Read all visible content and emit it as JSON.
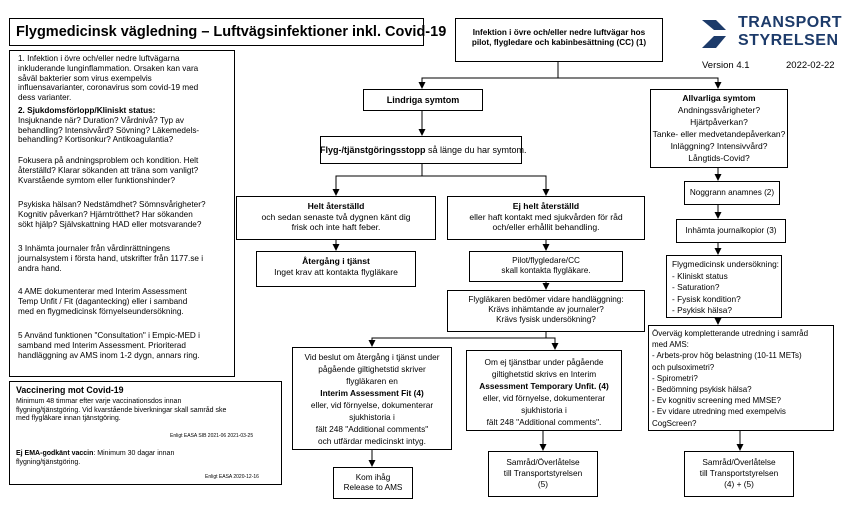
{
  "title": "Flygmedicinsk vägledning – Luftvägsinfektioner inkl. Covid-19",
  "logo": {
    "line1": "TRANSPORT",
    "line2": "STYRELSEN"
  },
  "version": "Version 4.1",
  "date": "2022-02-22",
  "colors": {
    "logo": "#1d3b6a",
    "border": "#000000"
  },
  "side_notes": {
    "n1": [
      "1. Infektion i övre och/eller nedre luftvägarna",
      "inkluderande  lunginflammation. Orsaken kan vara",
      "såväl bakterier som virus exempelvis",
      "influensavarianter, coronavirus som covid-19 med",
      "dess varianter."
    ],
    "n2_title": "2. Sjukdomsförlopp/Kliniskt status:",
    "n2": [
      "Insjuknande när? Duration? Vårdnivå? Typ av",
      "behandling? Intensivvård? Sövning? Läkemedels-",
      "behandling? Kortisonkur? Antikoagulantia?"
    ],
    "n2b": [
      "Fokusera på andningsproblem och kondition. Helt",
      "återställd? Klarar sökanden att träna som vanligt?",
      "Kvarstående symtom eller funktionshinder?"
    ],
    "n2c": [
      "Psykiska hälsan? Nedstämdhet? Sömnsvårigheter?",
      "Kognitiv påverkan? Hjärntrötthet? Har sökanden",
      "sökt hjälp? Självskattning HAD eller motsvarande?"
    ],
    "n3": [
      "3 Inhämta journaler från vårdinrättningens",
      "journalsystem i första hand, utskrifter från 1177.se i",
      "andra hand."
    ],
    "n4": [
      "4 AME dokumenterar med Interim Assessment",
      "Temp Unfit / Fit (dagantecking) eller i samband",
      "med en flygmedicinsk förnyelseundersökning."
    ],
    "n5": [
      "5 Använd funktionen \"Consultation\" i Empic-MED i",
      "samband med Interim Assessment. Prioriterad",
      "handläggning av AMS inom 1-2 dygn, annars ring."
    ]
  },
  "vaccination": {
    "title": "Vaccinering mot Covid-19",
    "lines": [
      "Minimum 48 timmar efter varje vaccinationsdos innan",
      "flygning/tjänstgöring. Vid kvarstående biverkningar skall samråd ske",
      "med flygläkare innan tjänstgöring."
    ],
    "ref1": "Enligt EASA SIB 2021-06  2021-03-25",
    "ema_title": "Ej EMA-godkänt vaccin",
    "ema_text": ": Minimum 30 dagar innan",
    "ema_line2": "flygning/tjänstgöring.",
    "ref2": "Enligt EASA 2020-12-16"
  },
  "flow": {
    "start": [
      "Infektion i övre och/eller nedre luftvägar hos",
      "pilot, flygledare och kabinbesättning (CC)  (1)"
    ],
    "mild": "Lindriga symtom",
    "stop_bold": "Flyg-/tjänstgöringsstopp",
    "stop_rest": "  så länge du har symtom.",
    "recovered_title": "Helt återställd",
    "recovered": [
      "och sedan senaste två dygnen känt dig",
      "frisk och inte haft feber."
    ],
    "not_recovered_title": "Ej helt återställd",
    "not_recovered": [
      "eller haft kontakt med sjukvården för råd",
      "och/eller erhållit behandling."
    ],
    "return_title": "Återgång i tjänst",
    "return_text": "Inget krav att kontakta flygläkare",
    "pilot_contact": [
      "Pilot/flygledare/CC",
      "skall kontakta flygläkare."
    ],
    "doctor_eval": [
      "Flygläkaren bedömer vidare handläggning:",
      "Krävs inhämtande av journaler?",
      "Krävs fysisk undersökning?"
    ],
    "fit": [
      "Vid  beslut om återgång i tjänst under",
      "pågående giltighetstid skriver",
      "flygläkaren  en",
      "Interim Assessment Fit (4)",
      "eller, vid förnyelse, dokumenterar",
      "sjukhistoria i",
      "fält 248  \"Additional comments\"",
      "och utfärdar medicinskt intyg."
    ],
    "unfit": [
      "Om ej tjänstbar under pågående",
      "giltighetstid skrivs en Interim",
      "Assessment Temporary Unfit. (4)",
      "eller, vid förnyelse, dokumenterar",
      "sjukhistoria i",
      "fält 248 \"Additional comments\"."
    ],
    "release": [
      "Kom ihåg",
      "Release to AMS"
    ],
    "consult_mid": [
      "Samråd/Överlåtelse",
      "till Transportstyrelsen",
      "(5)"
    ],
    "severe_title": "Allvarliga symtom",
    "severe": [
      "Andningssvårigheter?",
      "Hjärtpåverkan?",
      "Tanke- eller medvetandepåverkan?",
      "Inläggning? Intensivvård?",
      "Långtids-Covid?"
    ],
    "anamnesis": "Noggrann anamnes  (2)",
    "records": "Inhämta journalkopior  (3)",
    "exam_title": "Flygmedicinsk undersökning:",
    "exam": [
      "- Kliniskt status",
      "- Saturation?",
      "- Fysisk kondition?",
      "- Psykisk hälsa?"
    ],
    "supp_title": "Överväg kompletterande utredning i samråd",
    "supp_title2": "med AMS:",
    "supp": [
      "-  Arbets-prov hög belastning (10-11 METs)",
      "    och pulsoximetri?",
      "-  Spirometri?",
      "-  Bedömning psykisk hälsa?",
      "-  Ev kognitiv screening med MMSE?",
      "-  Ev vidare utredning med exempelvis",
      "    CogScreen?"
    ],
    "consult_right": [
      "Samråd/Överlåtelse",
      "till Transportstyrelsen",
      "(4) + (5)"
    ]
  }
}
